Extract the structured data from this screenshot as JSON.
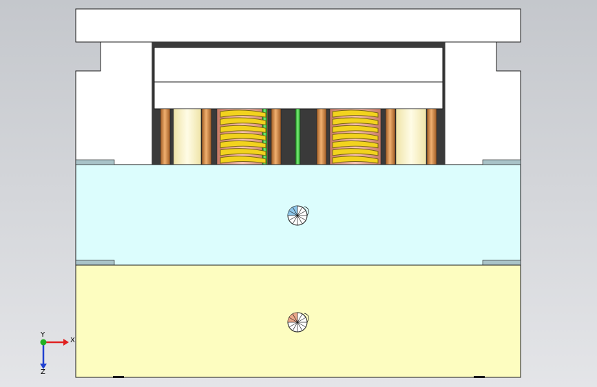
{
  "view": {
    "background_top": "#c4c7cc",
    "background_bottom": "#e4e5e8",
    "outline_color": "#1a1a1a"
  },
  "colors": {
    "plate_white": "#ffffff",
    "cavity_dark": "#3a3a3a",
    "mold_plate_cyan": "#dcfdfd",
    "base_plate_yellow": "#fdfdc0",
    "tab_blue": "#a9c3c8",
    "pin_copper": "#d4894a",
    "pin_rose": "#e8a089",
    "pillar_cream": "#fbf6c9",
    "spring_yellow": "#f2d31e",
    "spring_dark": "#7a6414",
    "pin_green": "#31c531",
    "marker_blue": "#8ec7ea",
    "marker_orange": "#eba88a"
  },
  "marker_symbols": [
    {
      "name": "origin-marker-upper",
      "fill_key": "marker_blue"
    },
    {
      "name": "origin-marker-lower",
      "fill_key": "marker_orange"
    }
  ],
  "triad": {
    "x_label": "X",
    "y_label": "Y",
    "z_label": "Z",
    "x_color": "#e02020",
    "y_color": "#20b020",
    "z_color": "#2040d0"
  }
}
